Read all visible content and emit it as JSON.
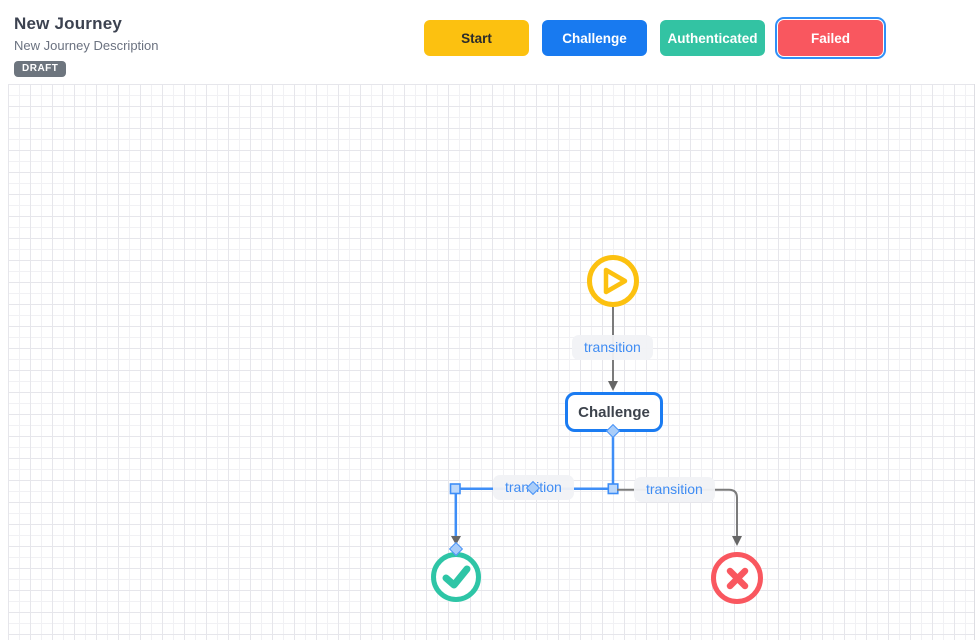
{
  "header": {
    "title": "New Journey",
    "description": "New Journey Description",
    "status_badge": "DRAFT"
  },
  "legend": {
    "buttons": [
      {
        "label": "Start",
        "color": "#fcc110",
        "selected": false
      },
      {
        "label": "Challenge",
        "color": "#187af0",
        "selected": false
      },
      {
        "label": "Authenticated",
        "color": "#33c3a3",
        "selected": false
      },
      {
        "label": "Failed",
        "color": "#f9575f",
        "selected": true
      }
    ],
    "selection_color": "#2f8ff7"
  },
  "diagram": {
    "nodes": {
      "start": {
        "icon": "play-icon",
        "color": "#fcc110"
      },
      "challenge": {
        "label": "Challenge",
        "border_color": "#1b7cf2"
      },
      "authenticated": {
        "icon": "check-icon",
        "color": "#2ec5a6"
      },
      "failed": {
        "icon": "x-icon",
        "color": "#f9575f"
      }
    },
    "edges": [
      {
        "from": "start",
        "to": "challenge",
        "label": "transition",
        "color": "#7b7b7b",
        "selected": false
      },
      {
        "from": "challenge",
        "to": "authenticated",
        "label": "transition",
        "color": "#3e8ef7",
        "selected": true
      },
      {
        "from": "challenge",
        "to": "failed",
        "label": "transition",
        "color": "#7b7b7b",
        "selected": false
      }
    ]
  }
}
